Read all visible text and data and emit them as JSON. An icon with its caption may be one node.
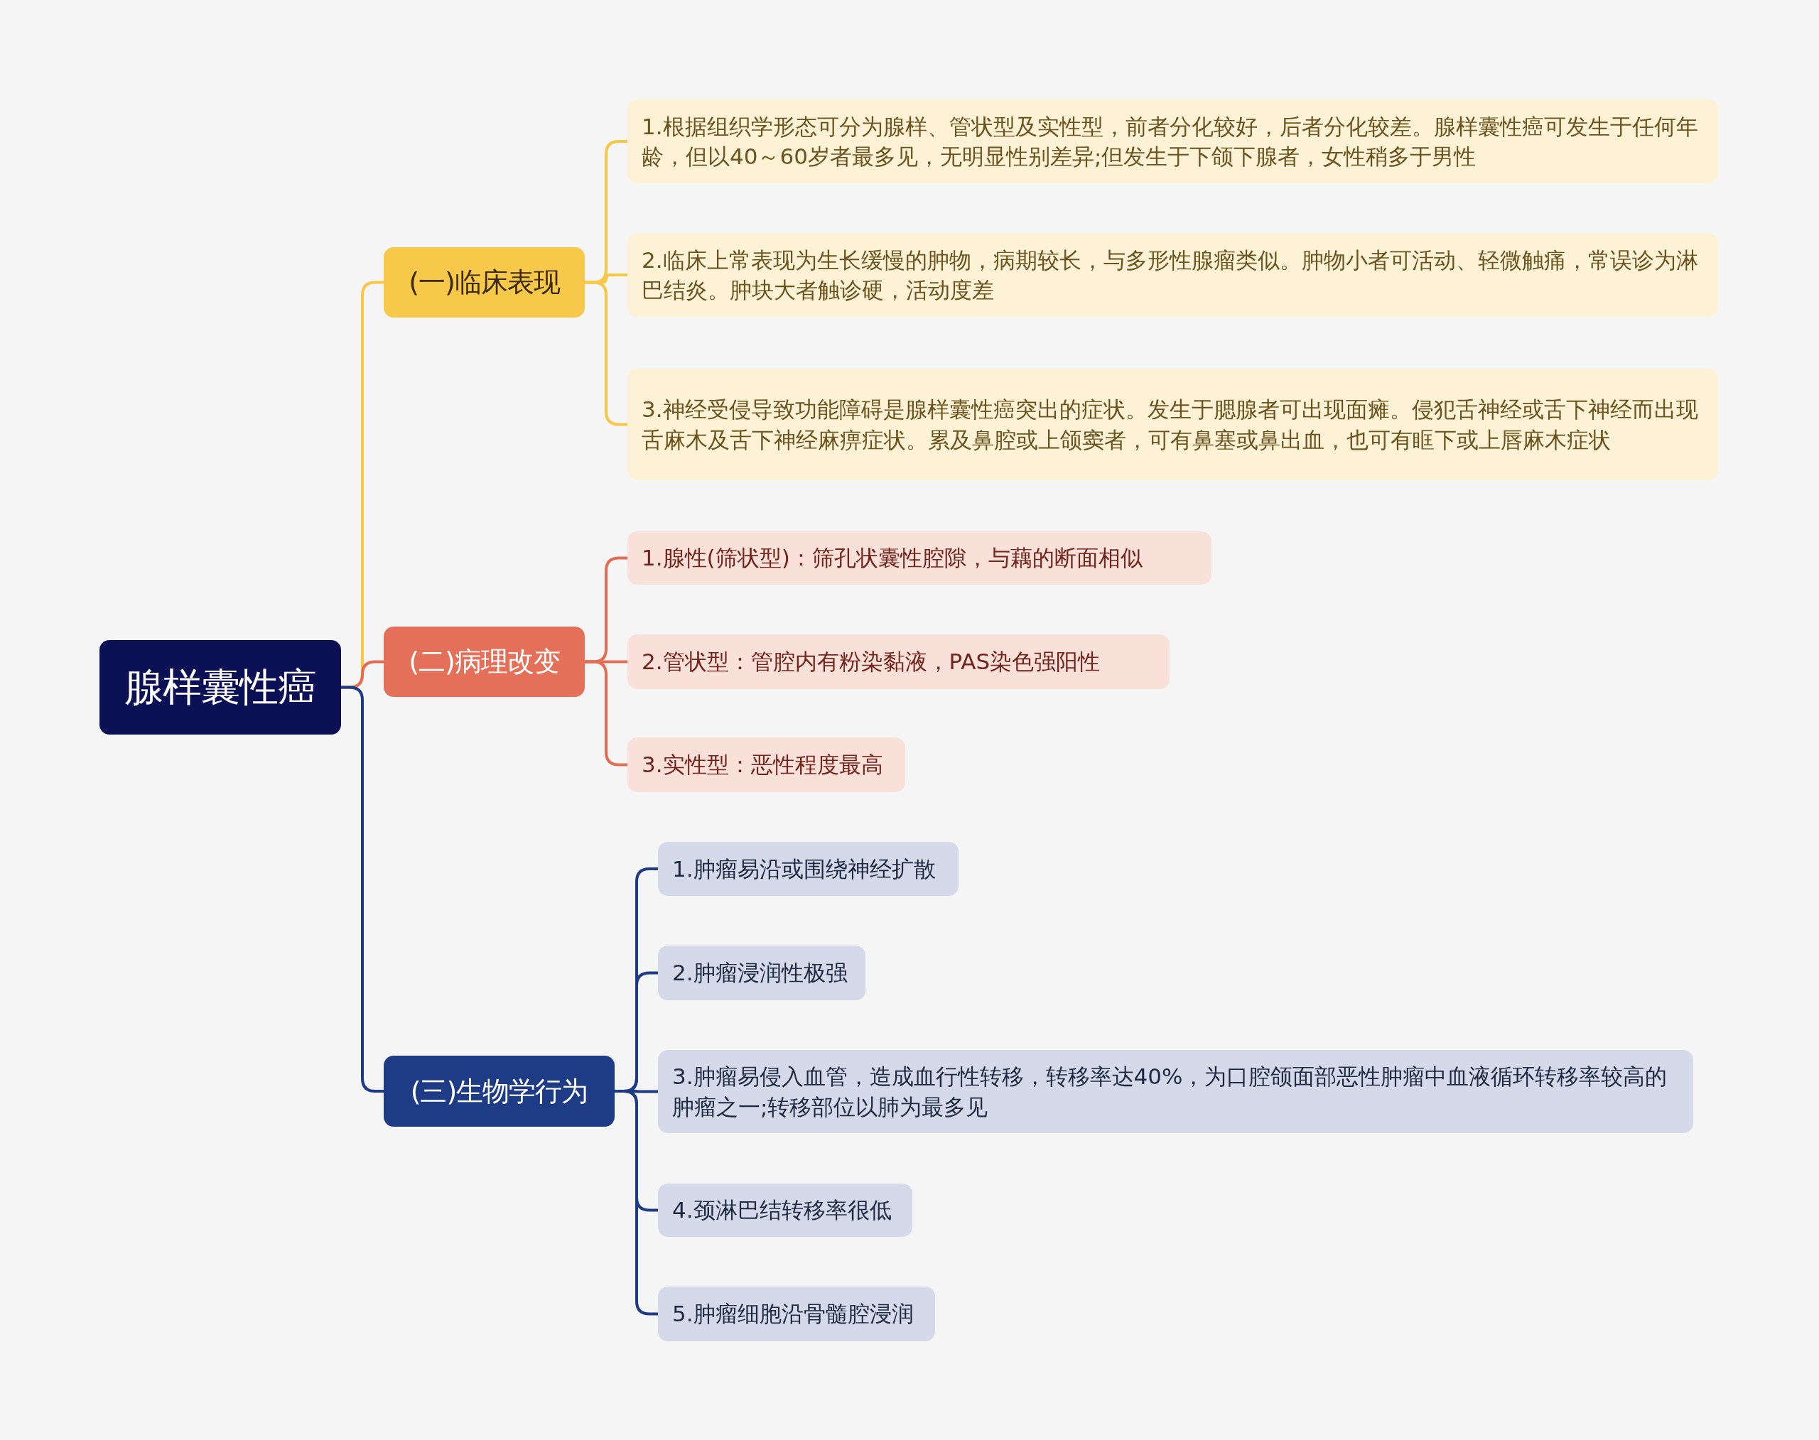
{
  "diagram": {
    "nodes": [
      {
        "text": [
          "腺样囊性癌"
        ]
      },
      {
        "text": [
          "(一)临床表现"
        ]
      },
      {
        "text": [
          "1.根据组织学形态可分为腺样、管状型及实性型，前者分化较好，后者分化较差。腺样囊性癌可发生于任何年龄，但以40～60岁者最多见，无明显性别差异;但发生于下颌下腺者，女性稍多于男性"
        ]
      },
      {
        "text": [
          "2.临床上常表现为生长缓慢的肿物，病期较长，与多形性腺瘤类似。肿物小者可活动、轻微触痛，常误诊为淋巴结炎。肿块大者触诊硬，活动度差"
        ]
      },
      {
        "text": [
          "3.神经受侵导致功能障碍是腺样囊性癌突出的症状。发生于腮腺者可出现面瘫。侵犯舌神经或舌下神经而出现舌麻木及舌下神经麻痹症状。累及鼻腔或上颌窦者，可有鼻塞或鼻出血，也可有眶下或上唇麻木症状"
        ]
      },
      {
        "text": [
          "(二)病理改变"
        ]
      },
      {
        "text": [
          "1.腺性(筛状型)：筛孔状囊性腔隙，与藕的断面相似"
        ]
      },
      {
        "text": [
          "2.管状型：管腔内有粉染黏液，PAS染色强阳性"
        ]
      },
      {
        "text": [
          "3.实性型：恶性程度最高"
        ]
      },
      {
        "text": [
          "(三)生物学行为"
        ]
      },
      {
        "text": [
          "1.肿瘤易沿或围绕神经扩散"
        ]
      },
      {
        "text": [
          "2.肿瘤浸润性极强"
        ]
      },
      {
        "text": [
          "3.肿瘤易侵入血管，造成血行性转移，转移率达40%，为口腔颌面部恶性肿瘤中血液循环转移率较高的肿瘤之一;转移部位以肺为最多见"
        ]
      },
      {
        "text": [
          "4.颈淋巴结转移率很低"
        ]
      },
      {
        "text": [
          "5.肿瘤细胞沿骨髓腔浸润"
        ]
      }
    ],
    "edges": [
      {
        "from": 0,
        "to": 1,
        "arrow": "none",
        "color": "#f7c746"
      },
      {
        "from": 1,
        "to": 2,
        "arrow": "none",
        "color": "#f7c746"
      },
      {
        "from": 1,
        "to": 3,
        "arrow": "none",
        "color": "#f7c746"
      },
      {
        "from": 1,
        "to": 4,
        "arrow": "none",
        "color": "#f7c746"
      },
      {
        "from": 0,
        "to": 5,
        "arrow": "none",
        "color": "#e26d55"
      },
      {
        "from": 5,
        "to": 6,
        "arrow": "none",
        "color": "#e26d55"
      },
      {
        "from": 5,
        "to": 7,
        "arrow": "none",
        "color": "#e26d55"
      },
      {
        "from": 5,
        "to": 8,
        "arrow": "none",
        "color": "#e26d55"
      },
      {
        "from": 0,
        "to": 9,
        "arrow": "none"
      },
      {
        "from": 9,
        "to": 10,
        "arrow": "none"
      },
      {
        "from": 9,
        "to": 11,
        "arrow": "none"
      },
      {
        "from": 9,
        "to": 12,
        "arrow": "none"
      },
      {
        "from": 9,
        "to": 13,
        "arrow": "none"
      },
      {
        "from": 9,
        "to": 14,
        "arrow": "none"
      }
    ]
  }
}
